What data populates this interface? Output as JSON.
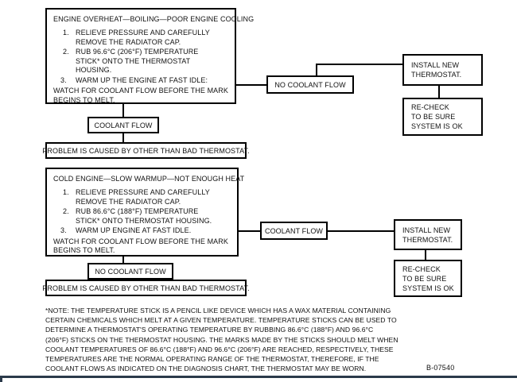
{
  "document": {
    "figure_ref": "B-07540"
  },
  "flows": [
    {
      "id": "overheat",
      "symptom": {
        "title": "ENGINE OVERHEAT—BOILING—POOR ENGINE COOLING",
        "steps": [
          {
            "num": "1.",
            "lines": [
              "RELIEVE PRESSURE AND CAREFULLY",
              "REMOVE THE RADIATOR CAP."
            ]
          },
          {
            "num": "2.",
            "lines": [
              "RUB 96.6°C (206°F) TEMPERATURE",
              "STICK* ONTO THE THERMOSTAT HOUSING."
            ]
          },
          {
            "num": "3.",
            "lines": [
              "WARM UP THE ENGINE AT FAST IDLE:"
            ]
          }
        ],
        "tail": [
          "WATCH FOR COOLANT FLOW BEFORE THE MARK",
          "BEGINS TO MELT."
        ]
      },
      "branch_right": "NO COOLANT FLOW",
      "branch_down": "COOLANT FLOW",
      "conclusion": "PROBLEM IS CAUSED BY OTHER THAN BAD THERMOSTAT.",
      "action": [
        "INSTALL NEW",
        "THERMOSTAT."
      ],
      "verify": [
        "RE-CHECK",
        "TO BE SURE",
        "SYSTEM IS OK"
      ]
    },
    {
      "id": "cold",
      "symptom": {
        "title": "COLD ENGINE—SLOW WARMUP—NOT ENOUGH HEAT",
        "steps": [
          {
            "num": "1.",
            "lines": [
              "RELIEVE PRESSURE AND CAREFULLY",
              "REMOVE THE RADIATOR CAP."
            ]
          },
          {
            "num": "2.",
            "lines": [
              "RUB 86.6°C (188°F) TEMPERATURE",
              "STICK* ONTO THERMOSTAT HOUSING."
            ]
          },
          {
            "num": "3.",
            "lines": [
              "WARM UP ENGINE AT FAST IDLE."
            ]
          }
        ],
        "tail": [
          "WATCH FOR COOLANT FLOW BEFORE THE MARK",
          "BEGINS TO MELT."
        ]
      },
      "branch_right": "COOLANT FLOW",
      "branch_down": "NO COOLANT FLOW",
      "conclusion": "PROBLEM IS CAUSED BY OTHER THAN BAD THERMOSTAT.",
      "action": [
        "INSTALL NEW",
        "THERMOSTAT."
      ],
      "verify": [
        "RE-CHECK",
        "TO BE SURE",
        "SYSTEM IS OK"
      ]
    }
  ],
  "note": {
    "lines": [
      "*NOTE: THE TEMPERATURE STICK IS A PENCIL LIKE DEVICE WHICH HAS A WAX MATERIAL CONTAINING",
      "CERTAIN CHEMICALS WHICH MELT AT A GIVEN TEMPERATURE. TEMPERATURE STICKS CAN BE USED TO",
      "DETERMINE A THERMOSTAT'S OPERATING TEMPERATURE BY RUBBING 86.6°C (188°F) AND 96.6°C",
      "(206°F) STICKS ON THE THERMOSTAT HOUSING. THE MARKS MADE BY THE STICKS SHOULD MELT WHEN",
      "COOLANT TEMPERATURES OF 86.6°C (188°F) AND 96.6°C (206°F) ARE REACHED, RESPECTIVELY, THESE",
      "TEMPERATURES ARE THE NORMAL OPERATING RANGE OF THE THERMOSTAT, THEREFORE, IF THE",
      "COOLANT FLOWS AS INDICATED ON THE DIAGNOSIS CHART, THE THERMOSTAT MAY BE WORN."
    ]
  }
}
